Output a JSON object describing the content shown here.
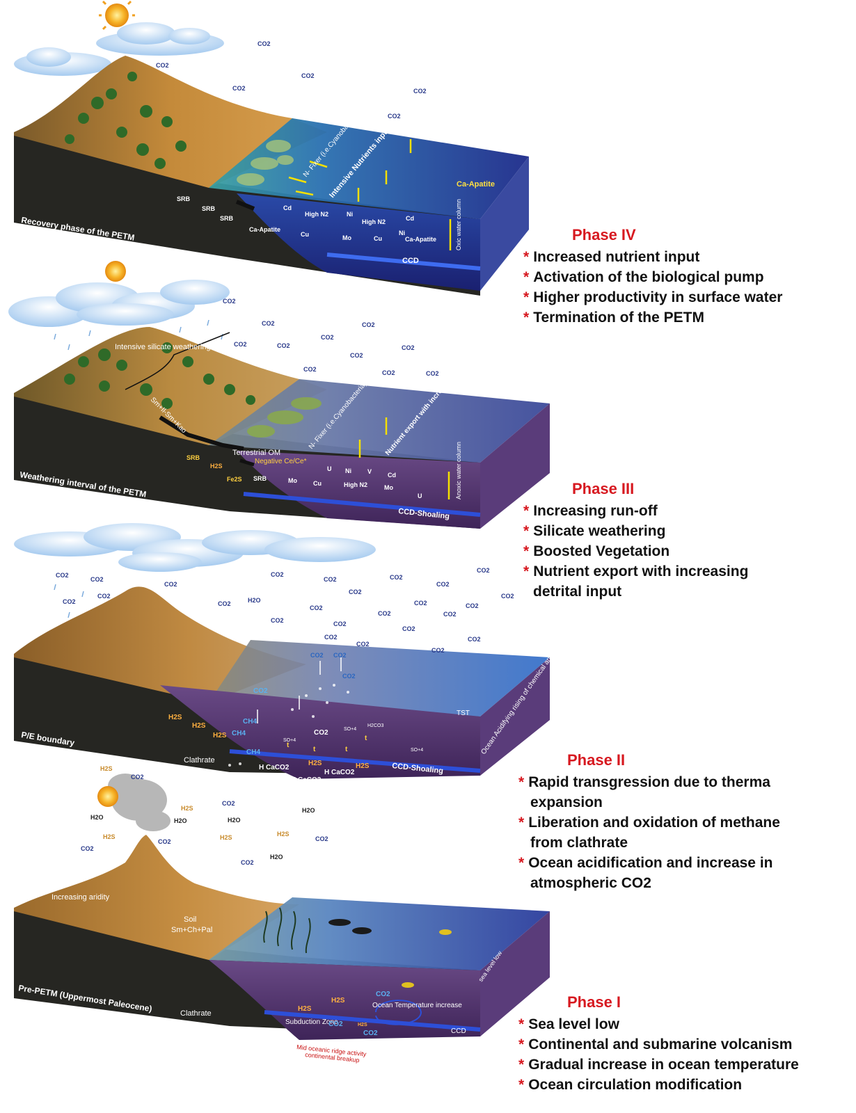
{
  "panels": [
    {
      "name": "phase-iv",
      "block_label": "Recovery phase of the PETM",
      "title": "Phase IV",
      "items": [
        "Increased nutrient input",
        "Activation of the biological pump",
        "Higher productivity in surface water",
        "Termination of the PETM"
      ]
    },
    {
      "name": "phase-iii",
      "block_label": "Weathering interval of the PETM",
      "title": "Phase III",
      "items": [
        "Increasing run-off",
        "Silicate weathering",
        "Boosted Vegetation",
        "Nutrient export with increasing",
        "detrital input"
      ]
    },
    {
      "name": "phase-ii",
      "block_label": "P/E boundary",
      "title": "Phase II",
      "items": [
        "Rapid transgression due to therma",
        "expansion",
        "Liberation and oxidation of methane",
        "from clathrate",
        "Ocean acidification and increase in",
        "atmospheric CO2"
      ]
    },
    {
      "name": "phase-i",
      "block_label": "Pre-PETM (Uppermost Paleocene)",
      "title": "Phase I",
      "items": [
        "Sea level low",
        "Continental and submarine volcanism",
        "Gradual increase in ocean temperature",
        "Ocean circulation modification"
      ]
    }
  ],
  "labels": {
    "co2": "CO2",
    "h2o": "H2O",
    "h2s": "H2S",
    "ch4": "CH4",
    "p4": {
      "n_fixer": "N- Fixer (i.e.Cyanobacteria)",
      "nutrients": "Intensive Nutrients input",
      "ca_apatite": "Ca-Apatite",
      "srb": "SRB",
      "cd": "Cd",
      "high_n2": "High N2",
      "ni": "Ni",
      "cu": "Cu",
      "mo": "Mo",
      "ccd": "CCD",
      "oxic": "Oxic water column"
    },
    "p3": {
      "weathering": "Intensive silicate weathering",
      "clays": "Sm+Il-Sm+Kao",
      "n_fixer": "N- Fixer (i.e.Cyanobacteria)",
      "nutrient_export": "Nutrient export with increasing detrital input",
      "terrestrial_om": "Terrestrial OM",
      "negative_ce": "Negative Ce/Ce*",
      "srb": "SRB",
      "fe2s": "Fe2S",
      "u": "U",
      "ni": "Ni",
      "v": "V",
      "cd": "Cd",
      "mo": "Mo",
      "cu": "Cu",
      "high_n2": "High N2",
      "ccd_shoaling": "CCD-Shoaling",
      "anoxic": "Anoxic water column"
    },
    "p2": {
      "tst": "TST",
      "acid": "Ocean Acidifying rising of chemical anoxia",
      "clathrate": "Clathrate",
      "hcaco2": "H CaCO2",
      "ccd_shoaling": "CCD-Shoaling",
      "so4": "SO+4",
      "hco3": "H2CO3",
      "t": "t"
    },
    "p1": {
      "aridity": "Increasing aridity",
      "soil": "Soil",
      "soil_minerals": "Sm+Ch+Pal",
      "sea_level": "sea level low",
      "clathrate": "Clathrate",
      "subduction": "Subduction Zone",
      "ocean_temp": "Ocean Temperature increase",
      "ccd": "CCD",
      "ridge": "Mid oceanic ridge activity",
      "breakup": "continental breakup"
    }
  },
  "colors": {
    "phase_title": "#d71920",
    "land": "#b07a3a",
    "ocean_blue": "#2b3c9c",
    "ocean_purple": "#4b2f6a",
    "bedrock": "#262622",
    "ccd_line": "#2d4fd8"
  }
}
